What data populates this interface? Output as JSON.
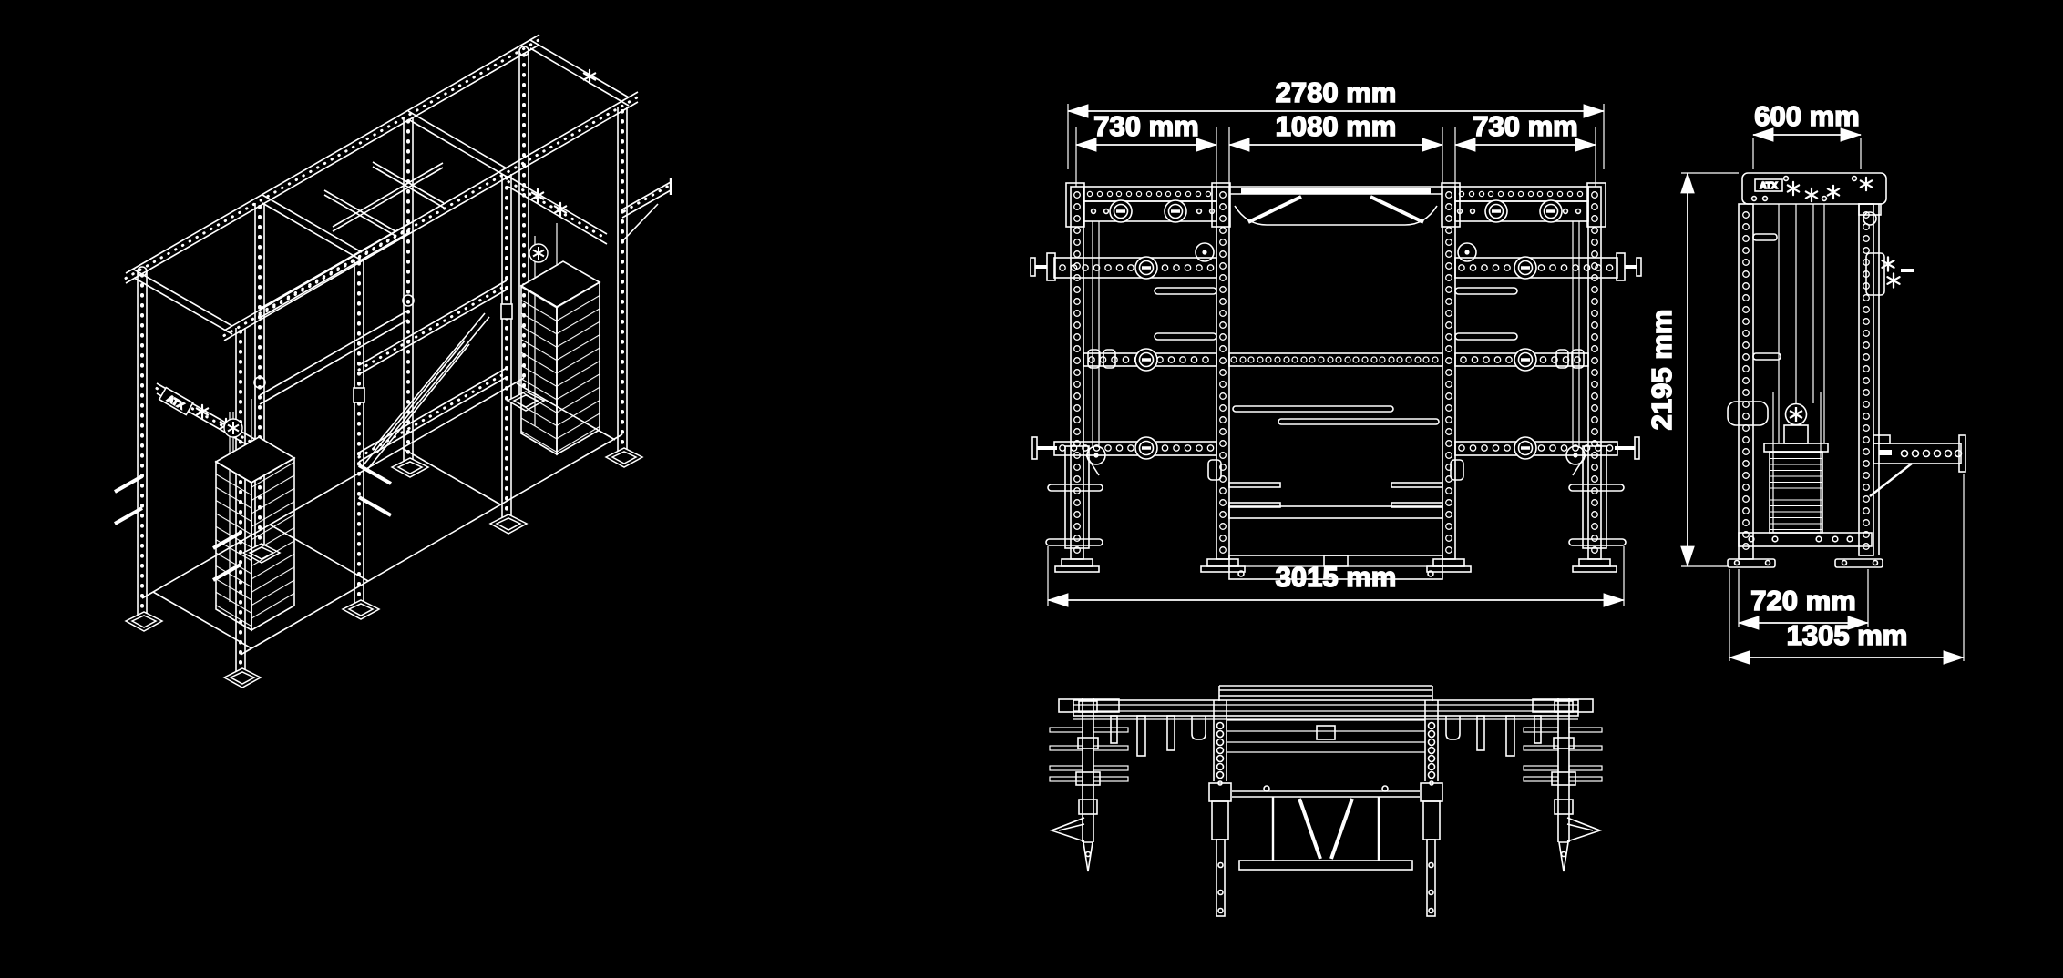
{
  "brand": "ATX",
  "colors": {
    "background": "#000000",
    "line": "#ffffff"
  },
  "front_view": {
    "dim_total_width": "2780 mm",
    "dim_left_bay": "730 mm",
    "dim_center_bay": "1080 mm",
    "dim_right_bay": "730 mm",
    "dim_footprint_width": "3015 mm"
  },
  "side_view": {
    "dim_top_depth": "600 mm",
    "dim_height": "2195 mm",
    "dim_base_depth": "720 mm",
    "dim_total_depth": "1305 mm"
  }
}
